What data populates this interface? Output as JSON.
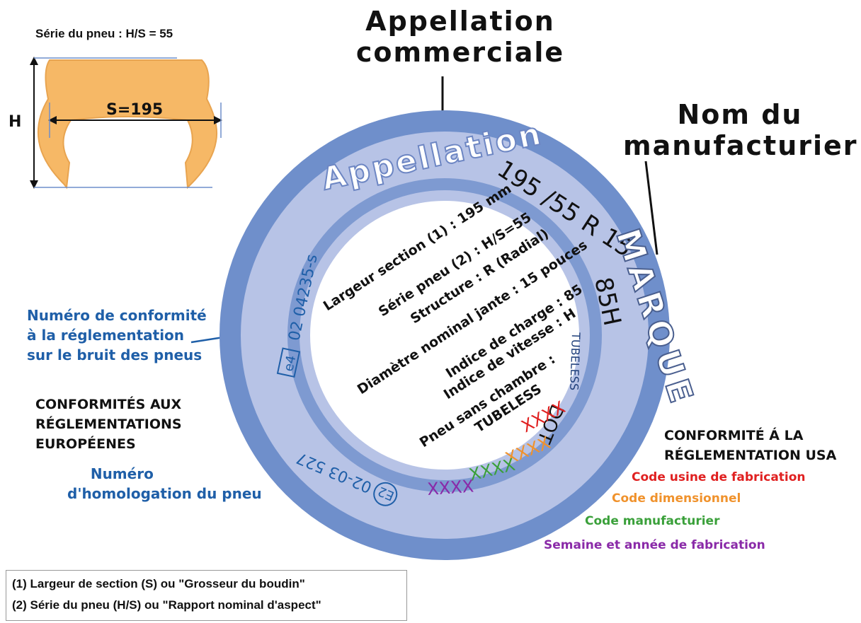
{
  "profile": {
    "series_label": "Série du pneu : H/S = 55",
    "h_label": "H",
    "s_label": "S=195"
  },
  "titles": {
    "commercial_line1": "Appellation",
    "commercial_line2": "commerciale",
    "maker_line1": "Nom du",
    "maker_line2": "manufacturier"
  },
  "tire": {
    "appellation": "Appellation",
    "size": "195 /55 R 15",
    "load_speed": "85H",
    "brand": "MARQUE",
    "tubeless": "TUBELESS",
    "dot": "DOT",
    "dot_codes": [
      {
        "text": "XXXX",
        "color": "#e02020"
      },
      {
        "text": "XXXX",
        "color": "#f0922c"
      },
      {
        "text": "XXXX",
        "color": "#3aa03a"
      },
      {
        "text": "XXXX",
        "color": "#8a2aa8"
      }
    ],
    "noise_code": "02 04235-s",
    "noise_mark": "e4",
    "homologation_mark": "E2",
    "homologation_code": "02-03 527",
    "inner_lines": [
      "Largeur section (1) : 195 mm",
      "Série pneu (2) : H/S=55",
      "Structure : R (Radial)",
      "Diamètre nominal jante : 15 pouces",
      "Indice de charge : 85",
      "Indice de vitesse : H",
      "Pneu sans chambre :",
      "TUBELESS"
    ]
  },
  "left_notes": {
    "noise": [
      "Numéro de conformité",
      "à la  réglementation",
      "sur le bruit des pneus"
    ],
    "eu": [
      "CONFORMITÉS AUX",
      "RÉGLEMENTATIONS",
      "EUROPÉENES"
    ],
    "homologation": [
      "Numéro",
      "d'homologation du pneu"
    ]
  },
  "right_notes": {
    "usa": [
      "CONFORMITÉ Á LA",
      "RÉGLEMENTATION USA"
    ],
    "codes": [
      {
        "text": "Code usine de fabrication",
        "color": "#e02020"
      },
      {
        "text": "Code dimensionnel",
        "color": "#f0922c"
      },
      {
        "text": "Code manufacturier",
        "color": "#3aa03a"
      },
      {
        "text": "Semaine et année de fabrication",
        "color": "#8a2aa8"
      }
    ]
  },
  "footnotes": [
    "(1) Largeur de section (S) ou \"Grosseur du boudin\"",
    "(2) Série du pneu (H/S) ou \"Rapport nominal d'aspect\""
  ],
  "colors": {
    "tire_outer": "#6f8fcb",
    "tire_light": "#b7c3e6",
    "tire_band": "#7e9ad1",
    "profile": "#f6b866",
    "blue_text": "#1f5fa8"
  }
}
